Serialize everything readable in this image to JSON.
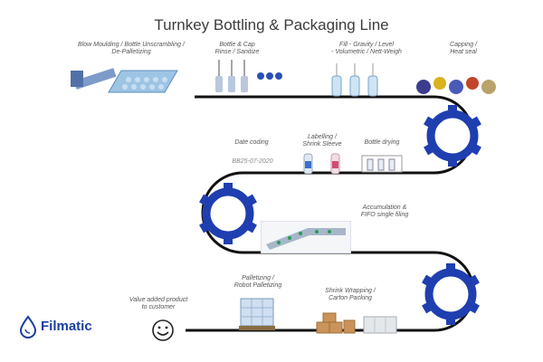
{
  "title": "Turnkey Bottling & Packaging Line",
  "stations": {
    "blow_moulding": {
      "line1": "Blow Moulding / Bottle Unscrambling /",
      "line2": "De-Palletizing"
    },
    "bottle_cap_rinse": {
      "line1": "Bottle & Cap",
      "line2": "Rinse / Sanitize"
    },
    "fill": {
      "line1": "Fill - Gravity / Level",
      "line2": "- Volumetric / Nett-Weigh"
    },
    "capping": {
      "line1": "Capping /",
      "line2": "Heat seal"
    },
    "date_coding": {
      "line1": "Date coding",
      "code": "BB25-07-2020"
    },
    "labelling": {
      "line1": "Labelling /",
      "line2": "Shrink Sleeve"
    },
    "bottle_drying": {
      "line1": "Bottle drying"
    },
    "accumulation": {
      "line1": "Accumulation &",
      "line2": "FIFO single filing"
    },
    "palletizing": {
      "line1": "Palletizing /",
      "line2": "Robot Palletizing"
    },
    "shrink_wrapping": {
      "line1": "Shrink Wrapping /",
      "line2": "Carton Packing"
    },
    "value_added": {
      "line1": "Value added product",
      "line2": "to customer"
    }
  },
  "brand": {
    "name": "Filmatic"
  },
  "colors": {
    "gear": "#1f3fb0",
    "belt": "#111111",
    "title": "#3c3c3c",
    "brand": "#1a3fa0"
  },
  "icons": [
    "droplet-icon",
    "smiley-icon",
    "gear-icon"
  ]
}
